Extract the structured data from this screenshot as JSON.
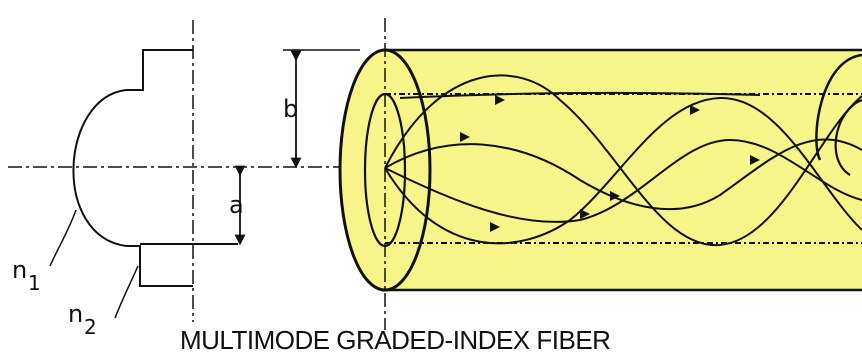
{
  "title": "MULTIMODE GRADED-INDEX FIBER",
  "labels": {
    "a": "a",
    "b": "b",
    "n1_base": "n",
    "n1_sub": "1",
    "n2_base": "n",
    "n2_sub": "2"
  },
  "colors": {
    "fiber_fill": "#f7f58a",
    "stroke": "#111111",
    "background": "#ffffff"
  }
}
